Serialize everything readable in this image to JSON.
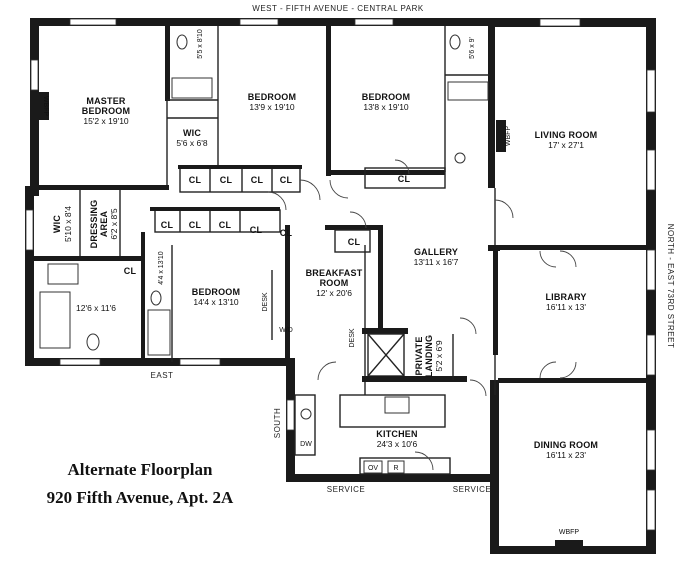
{
  "streets": {
    "top": "WEST  -  FIFTH AVENUE  -  CENTRAL PARK",
    "right": "NORTH  -  EAST 73RD STREET",
    "east": "EAST",
    "south": "SOUTH",
    "service_left": "SERVICE",
    "service_right": "SERVICE"
  },
  "caption": {
    "line1": "Alternate Floorplan",
    "line2": "920 Fifth Avenue, Apt. 2A"
  },
  "rooms": {
    "master_bedroom": {
      "name1": "MASTER",
      "name2": "BEDROOM",
      "dim": "15'2 x 19'10"
    },
    "bedroom1": {
      "name": "BEDROOM",
      "dim": "13'9 x 19'10"
    },
    "bedroom2": {
      "name": "BEDROOM",
      "dim": "13'8 x 19'10"
    },
    "living_room": {
      "name": "LIVING ROOM",
      "dim": "17' x 27'1"
    },
    "wic_top": {
      "name": "WIC",
      "dim": "5'6 x 6'8"
    },
    "wic_left": {
      "name": "WIC",
      "dim": "5'10 x 8'4"
    },
    "dressing": {
      "name1": "DRESSING",
      "name2": "AREA",
      "dim": "6'2 x 8'5"
    },
    "bath_left": {
      "dim": "12'6 x 11'6"
    },
    "bedroom3": {
      "name": "BEDROOM",
      "dim": "14'4 x 13'10"
    },
    "breakfast": {
      "name1": "BREAKFAST",
      "name2": "ROOM",
      "dim": "12' x 20'6"
    },
    "gallery": {
      "name": "GALLERY",
      "dim": "13'11 x 16'7"
    },
    "library": {
      "name": "LIBRARY",
      "dim": "16'11 x 13'"
    },
    "kitchen": {
      "name": "KITCHEN",
      "dim": "24'3 x 10'6"
    },
    "private_landing": {
      "name1": "PRIVATE",
      "name2": "LANDING",
      "dim": "5'2 x 6'9"
    },
    "dining_room": {
      "name": "DINING ROOM",
      "dim": "16'11 x 23'"
    },
    "bath_top1": {
      "dim": "5'5 x 8'10"
    },
    "bath_top2": {
      "dim": "5'6 x 9'"
    },
    "bath_small": {
      "dim": "4'4 x 13'10"
    }
  },
  "fixtures": {
    "cl": "CL",
    "wbfp": "WBFP",
    "desk": "DESK",
    "wd": "W/D",
    "dw": "DW",
    "ov": "OV",
    "r": "R"
  }
}
